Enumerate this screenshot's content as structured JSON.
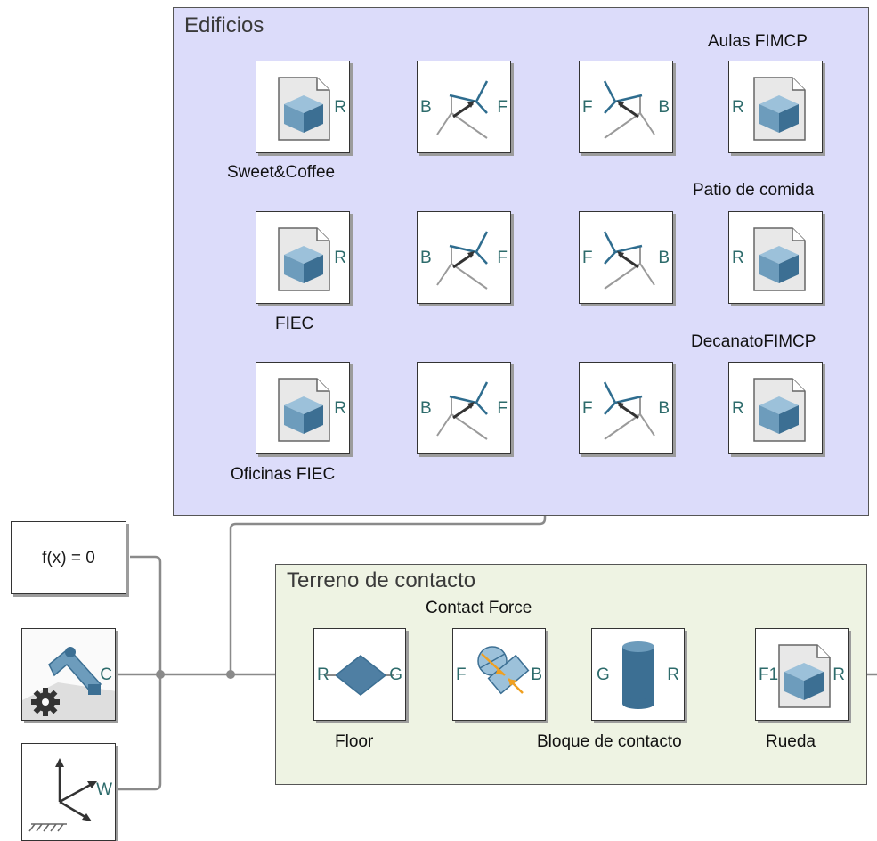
{
  "areas": {
    "edificios": "Edificios",
    "terreno": "Terreno de contacto"
  },
  "ports": {
    "r": "R",
    "b": "B",
    "f": "F",
    "g": "G",
    "c": "C",
    "w": "W",
    "f1": "F1"
  },
  "labels": {
    "sweet_coffee": "Sweet&Coffee",
    "fiec": "FIEC",
    "oficinas_fiec": "Oficinas FIEC",
    "aulas_fimcp": "Aulas FIMCP",
    "patio_comida": "Patio de comida",
    "decanato_fimcp": "DecanatoFIMCP",
    "contact_force": "Contact Force",
    "floor": "Floor",
    "bloque_contacto": "Bloque de contacto",
    "rueda": "Rueda"
  },
  "solver": {
    "expr": "f(x) = 0"
  },
  "colors": {
    "edificios_bg": "#dcdcfa",
    "terreno_bg": "#eef3e3",
    "wire": "#8a8a8a",
    "port_text": "#2d6b6b",
    "cube_dark": "#3c6f93",
    "cube_light": "#9cc1da",
    "contact_orange": "#f0a020"
  }
}
